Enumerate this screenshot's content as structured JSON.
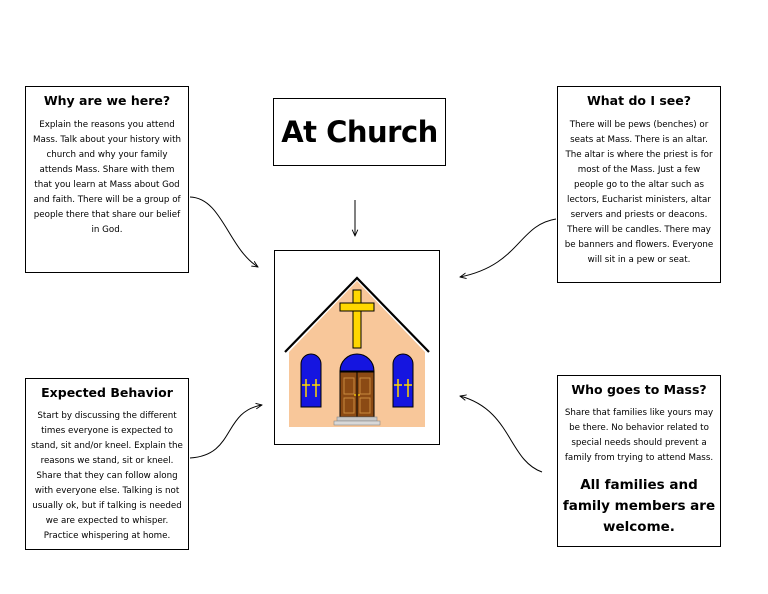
{
  "title": "At Church",
  "why": {
    "heading": "Why are we here?",
    "body": "Explain the reasons you attend Mass. Talk about your history with church and why your family attends Mass. Share with them that you learn at Mass about God and faith.  There will be a group of people there that share our belief in God."
  },
  "see": {
    "heading": "What do I see?",
    "body": "There will be pews (benches) or seats at Mass. There is an altar. The altar is where the priest is for most of the Mass.  Just a few people go to the altar such as lectors, Eucharist ministers, altar servers and priests or deacons. There will be candles. There may be banners and flowers. Everyone will sit in a pew or seat."
  },
  "behavior": {
    "heading": "Expected Behavior",
    "body": "Start by discussing the different times everyone is expected to stand, sit and/or kneel. Explain the reasons we stand, sit or kneel. Share that they can follow along with everyone else. Talking is not usually ok, but if talking is needed we are expected to whisper. Practice whispering at home."
  },
  "who": {
    "heading": "Who goes to Mass?",
    "body": "Share that families like yours may be there. No behavior related to special needs should prevent a family from trying to attend Mass.",
    "emphasis": "All families and family members are welcome."
  },
  "colors": {
    "cross": "#FFD700",
    "wall": "#F8C79A",
    "windows": "#1515E0",
    "door": "#8B4A14",
    "roof_line": "#000000"
  },
  "icons": [
    "church-icon",
    "cross-icon",
    "arrow-icon"
  ]
}
